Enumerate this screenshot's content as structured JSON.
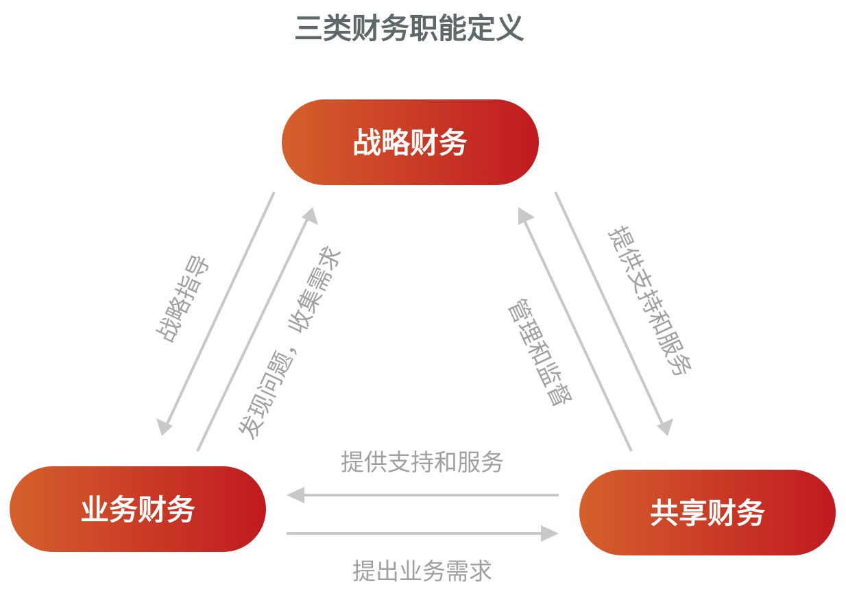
{
  "title": "三类财务职能定义",
  "nodes": {
    "strategic": "战略财务",
    "business": "业务财务",
    "shared": "共享财务"
  },
  "edges": {
    "strategic_to_business": "战略指导",
    "business_to_strategic": "发现问题，收集需求",
    "shared_to_strategic": "管理和监督",
    "strategic_to_shared": "提供支持和服务",
    "shared_to_business": "提供支持和服务",
    "business_to_shared": "提出业务需求"
  },
  "colors": {
    "gradient_start": "#D4602C",
    "gradient_end": "#C01A20",
    "arrow": "#c8c8c8",
    "label": "#a0a0a0"
  }
}
